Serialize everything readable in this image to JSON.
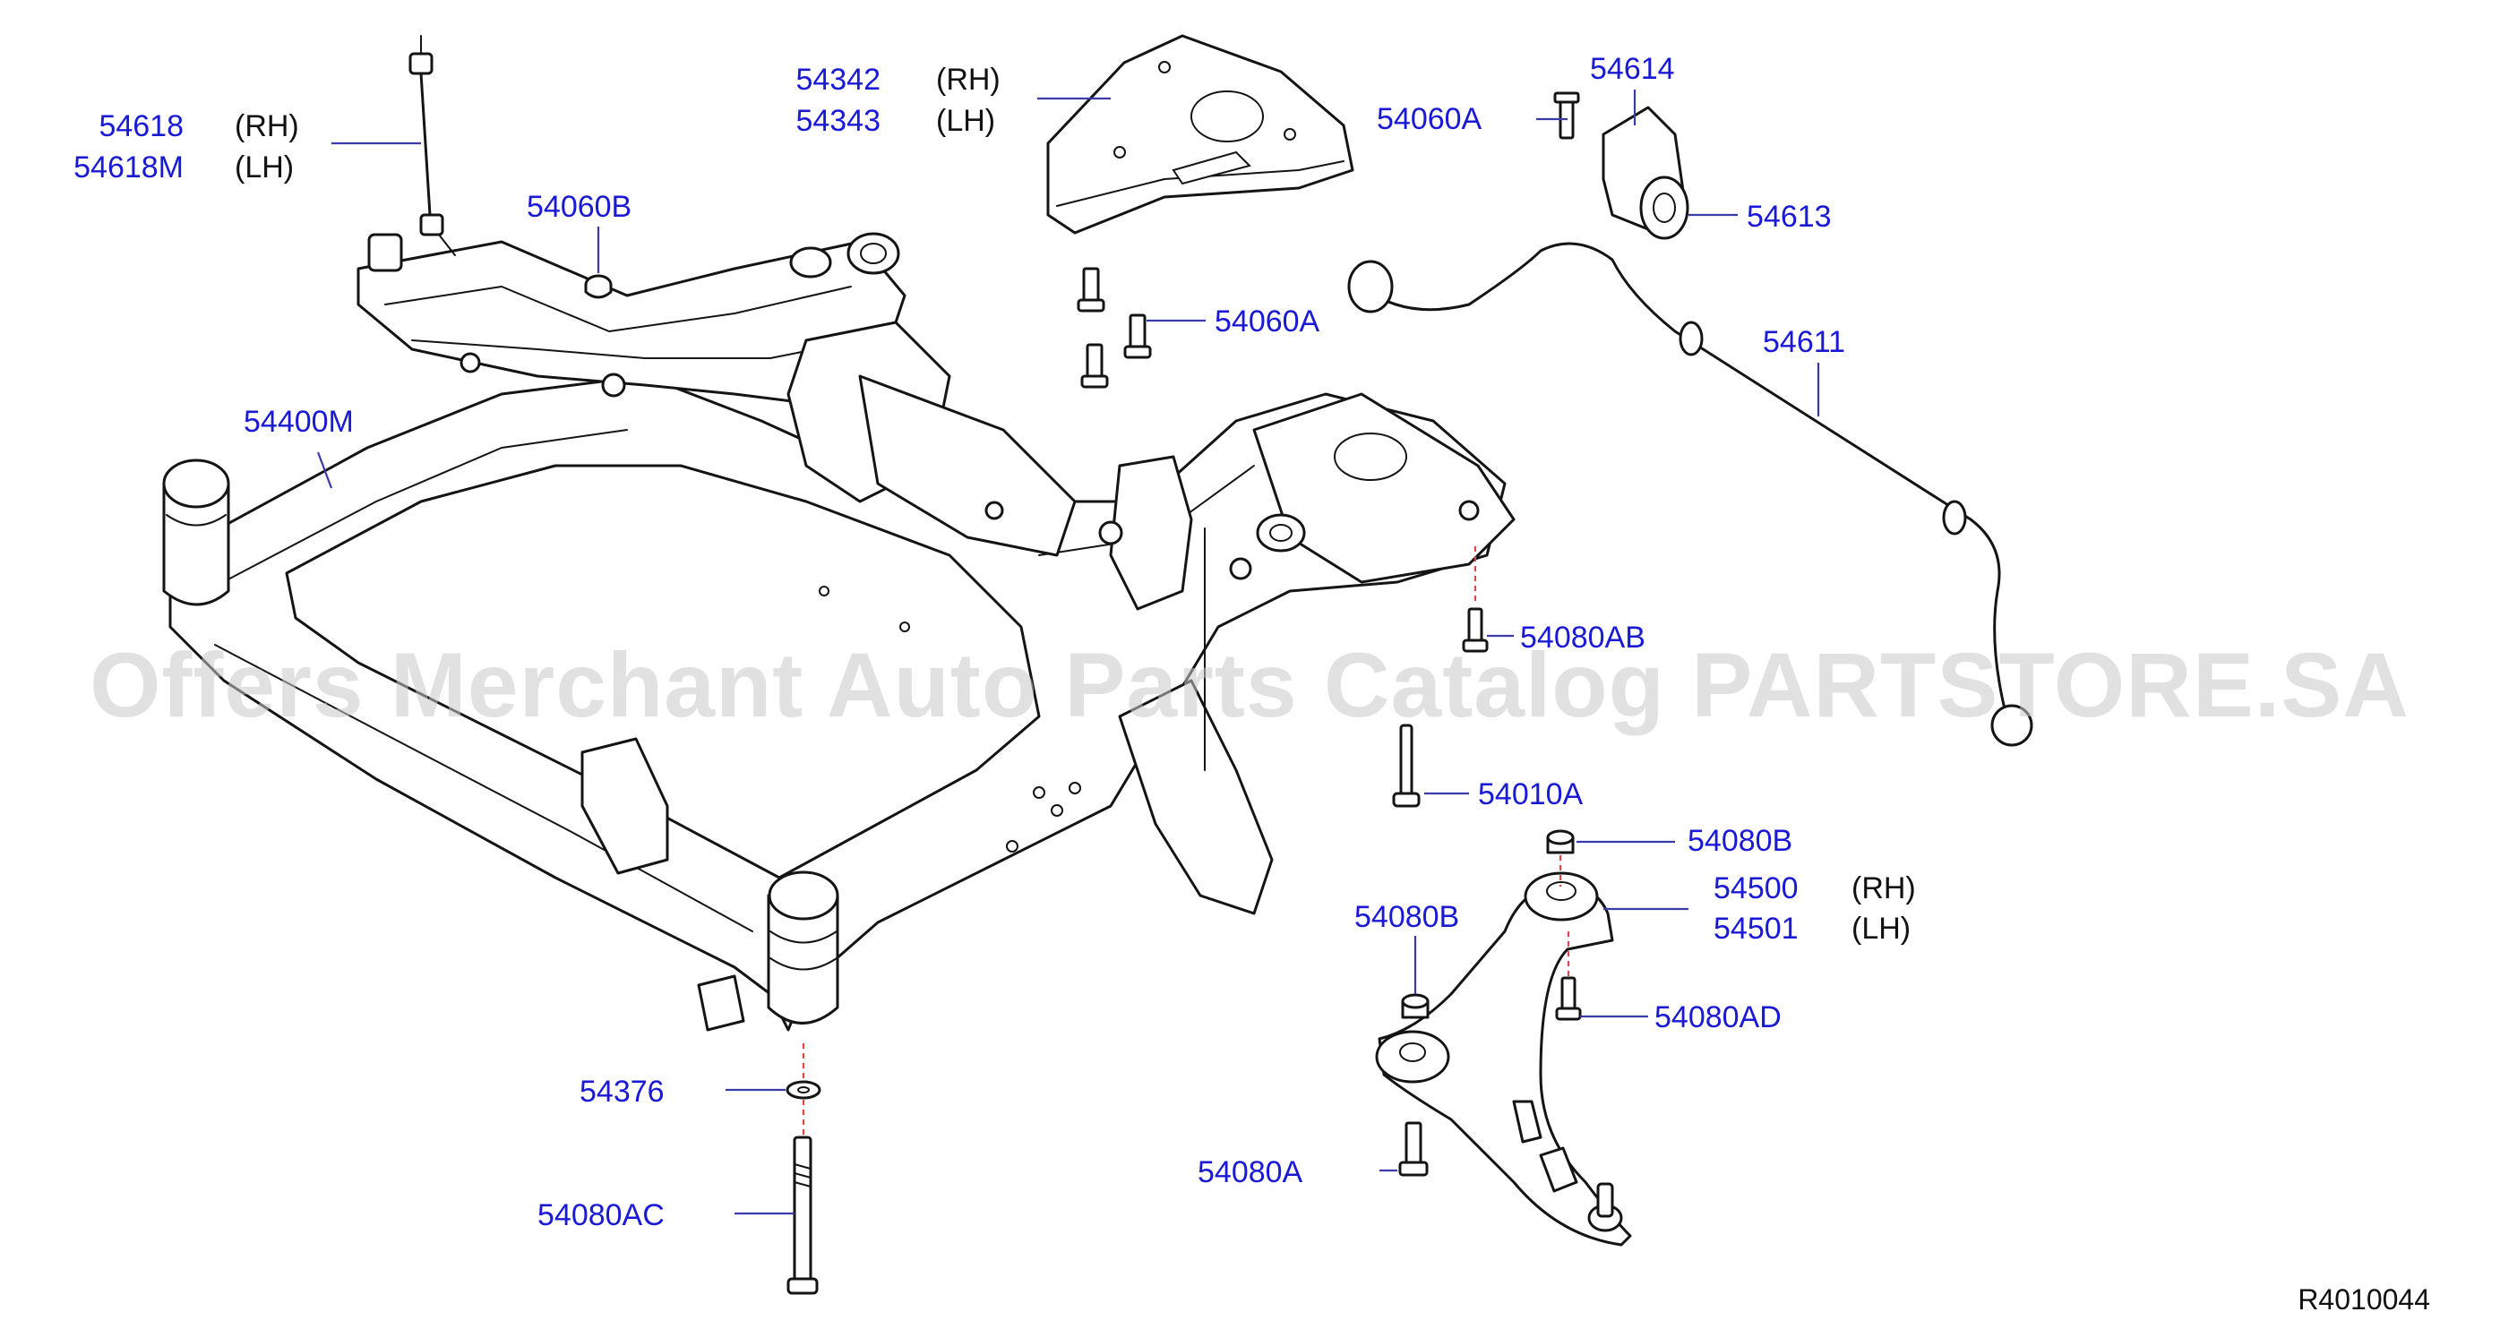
{
  "watermark": "Offers Merchant Auto Parts Catalog PARTSTORE.SA",
  "diagram_ref": "R4010044",
  "callouts": {
    "p54618": "54618",
    "p54618_side": "(RH)",
    "p54618M": "54618M",
    "p54618M_side": "(LH)",
    "p54060B": "54060B",
    "p54400M": "54400M",
    "p54342": "54342",
    "p54342_side": "(RH)",
    "p54343": "54343",
    "p54343_side": "(LH)",
    "p54060A_top": "54060A",
    "p54060A_mid": "54060A",
    "p54614": "54614",
    "p54613": "54613",
    "p54611": "54611",
    "p54080AB": "54080AB",
    "p54010A": "54010A",
    "p54080B_right": "54080B",
    "p54500": "54500",
    "p54500_side": "(RH)",
    "p54501": "54501",
    "p54501_side": "(LH)",
    "p54080B_left": "54080B",
    "p54080AD": "54080AD",
    "p54376": "54376",
    "p54080A": "54080A",
    "p54080AC": "54080AC"
  }
}
